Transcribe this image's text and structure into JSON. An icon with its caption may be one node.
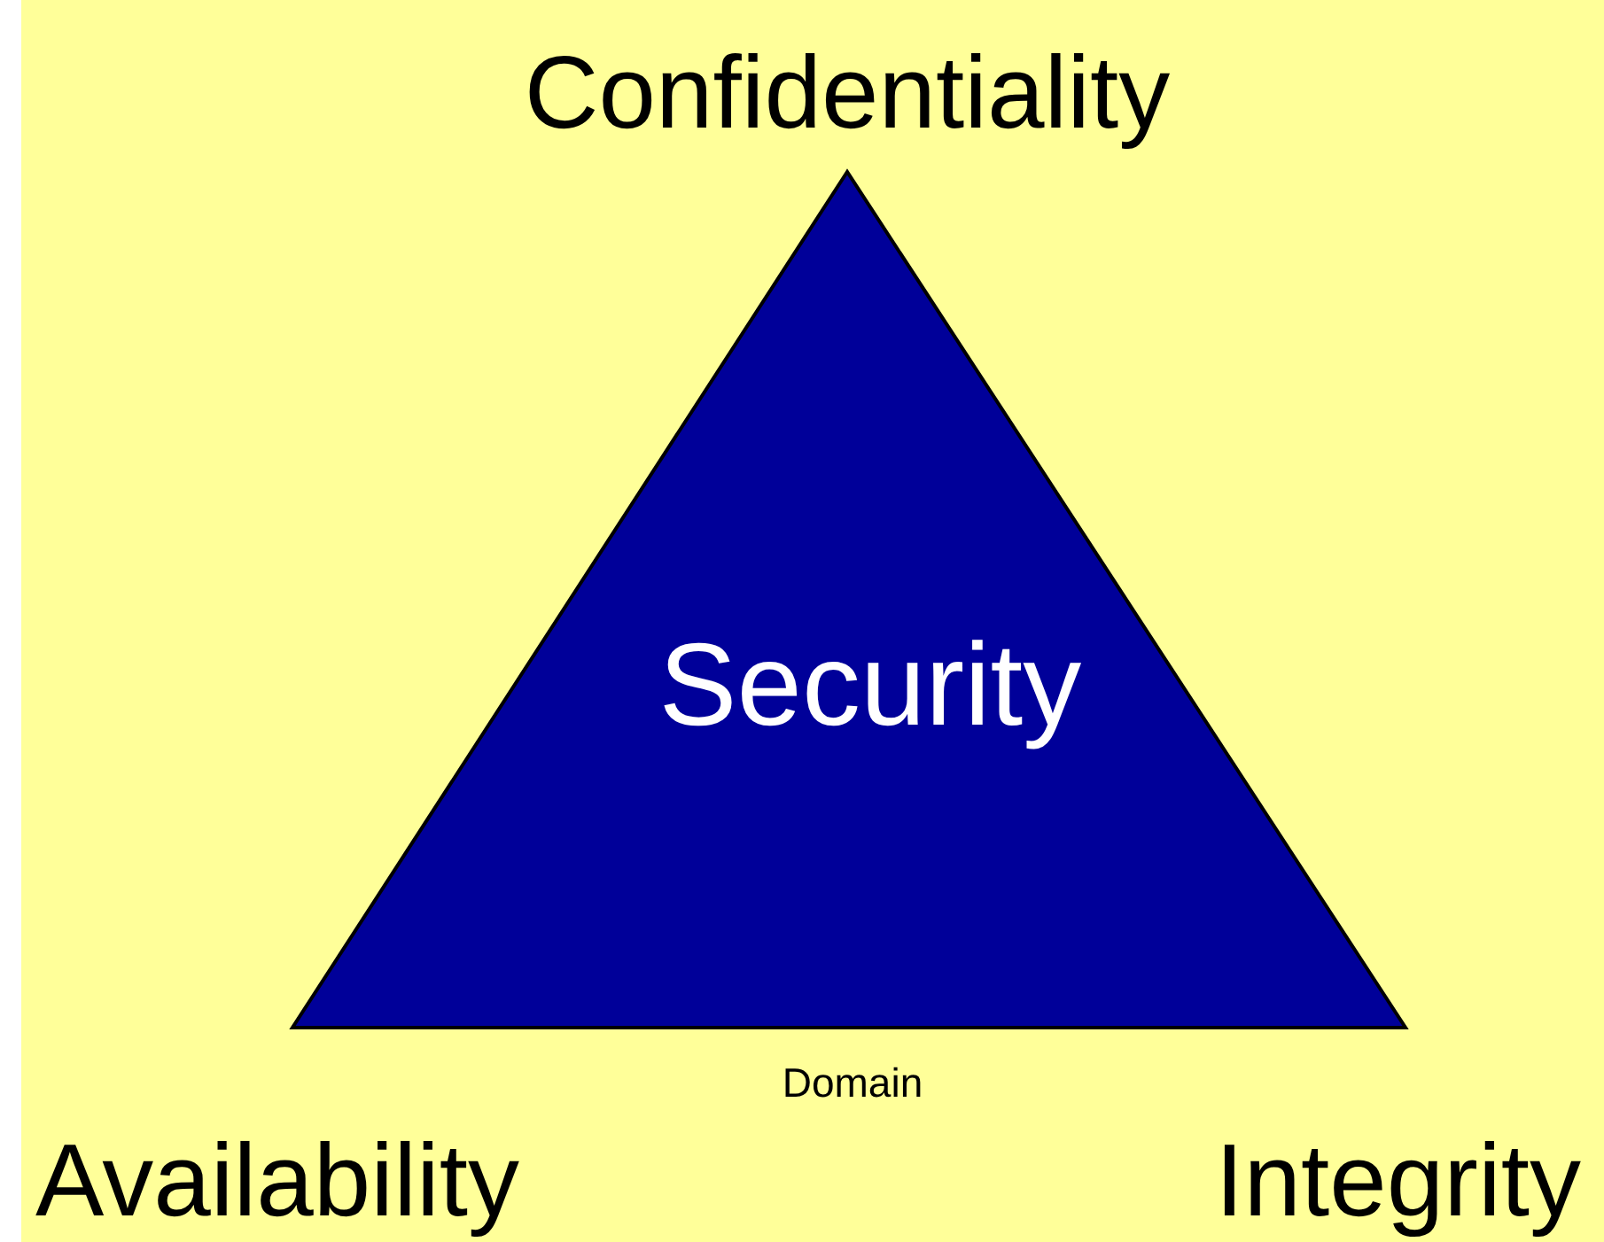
{
  "diagram": {
    "nodes": [
      {
        "text": [
          "Security"
        ],
        "beside": [
          "Domain"
        ]
      }
    ],
    "edges": [],
    "labels": [
      "Confidentiality",
      "Availability",
      "Integrity"
    ]
  }
}
